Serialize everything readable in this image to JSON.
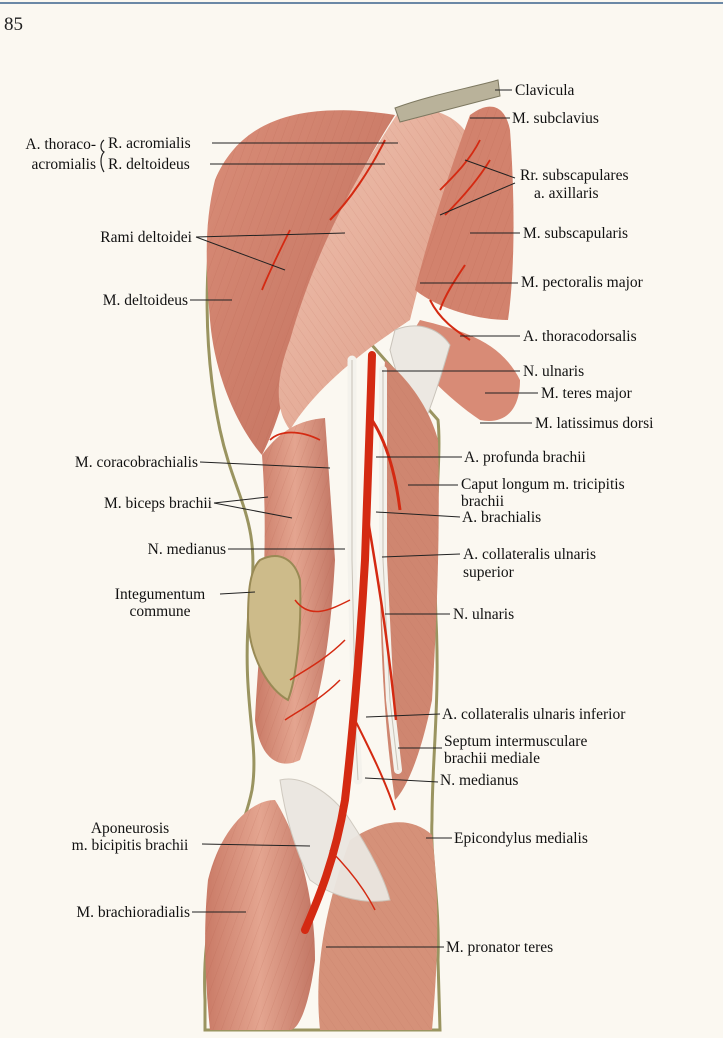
{
  "page_number": "85",
  "labels": {
    "clavicula": "Clavicula",
    "m_subclavius": "M. subclavius",
    "a_thoraco": "A. thoraco-",
    "acromialis": "acromialis",
    "r_acromialis": "R. acromialis",
    "r_deltoideus": "R. deltoideus",
    "rr_subscap_1": "Rr. subscapulares",
    "rr_subscap_2": "a. axillaris",
    "rami_deltoidei": "Rami deltoidei",
    "m_subscapularis": "M. subscapularis",
    "m_pectoralis_major": "M. pectoralis major",
    "m_deltoideus": "M. deltoideus",
    "a_thoracodorsalis": "A. thoracodorsalis",
    "n_ulnaris_top": "N. ulnaris",
    "m_teres_major": "M. teres major",
    "m_latissimus_dorsi": "M. latissimus dorsi",
    "m_coracobrachialis": "M. coracobrachialis",
    "a_profunda_brachii": "A. profunda brachii",
    "caput_longum_1": "Caput longum m. tricipitis",
    "caput_longum_2": "brachii",
    "m_biceps_brachii": "M. biceps brachii",
    "a_brachialis": "A. brachialis",
    "n_medianus_top": "N. medianus",
    "a_coll_uln_sup_1": "A. collateralis ulnaris",
    "a_coll_uln_sup_2": "superior",
    "integumentum_1": "Integumentum",
    "integumentum_2": "commune",
    "n_ulnaris_mid": "N. ulnaris",
    "a_coll_uln_inf": "A. collateralis ulnaris inferior",
    "septum_1": "Septum intermusculare",
    "septum_2": "brachii mediale",
    "n_medianus_low": "N. medianus",
    "aponeurosis_1": "Aponeurosis",
    "aponeurosis_2": "m. bicipitis brachii",
    "epicondylus": "Epicondylus medialis",
    "m_brachioradialis": "M. brachioradialis",
    "m_pronator_teres": "M. pronator teres"
  },
  "colors": {
    "muscle": "#d9907a",
    "muscle_light": "#eab7a4",
    "muscle_dark": "#b8604c",
    "artery": "#d42a12",
    "nerve": "#f2f0ea",
    "tendon": "#e9e6e0",
    "skin": "#c9b98a",
    "outline": "#8c8a5a"
  }
}
